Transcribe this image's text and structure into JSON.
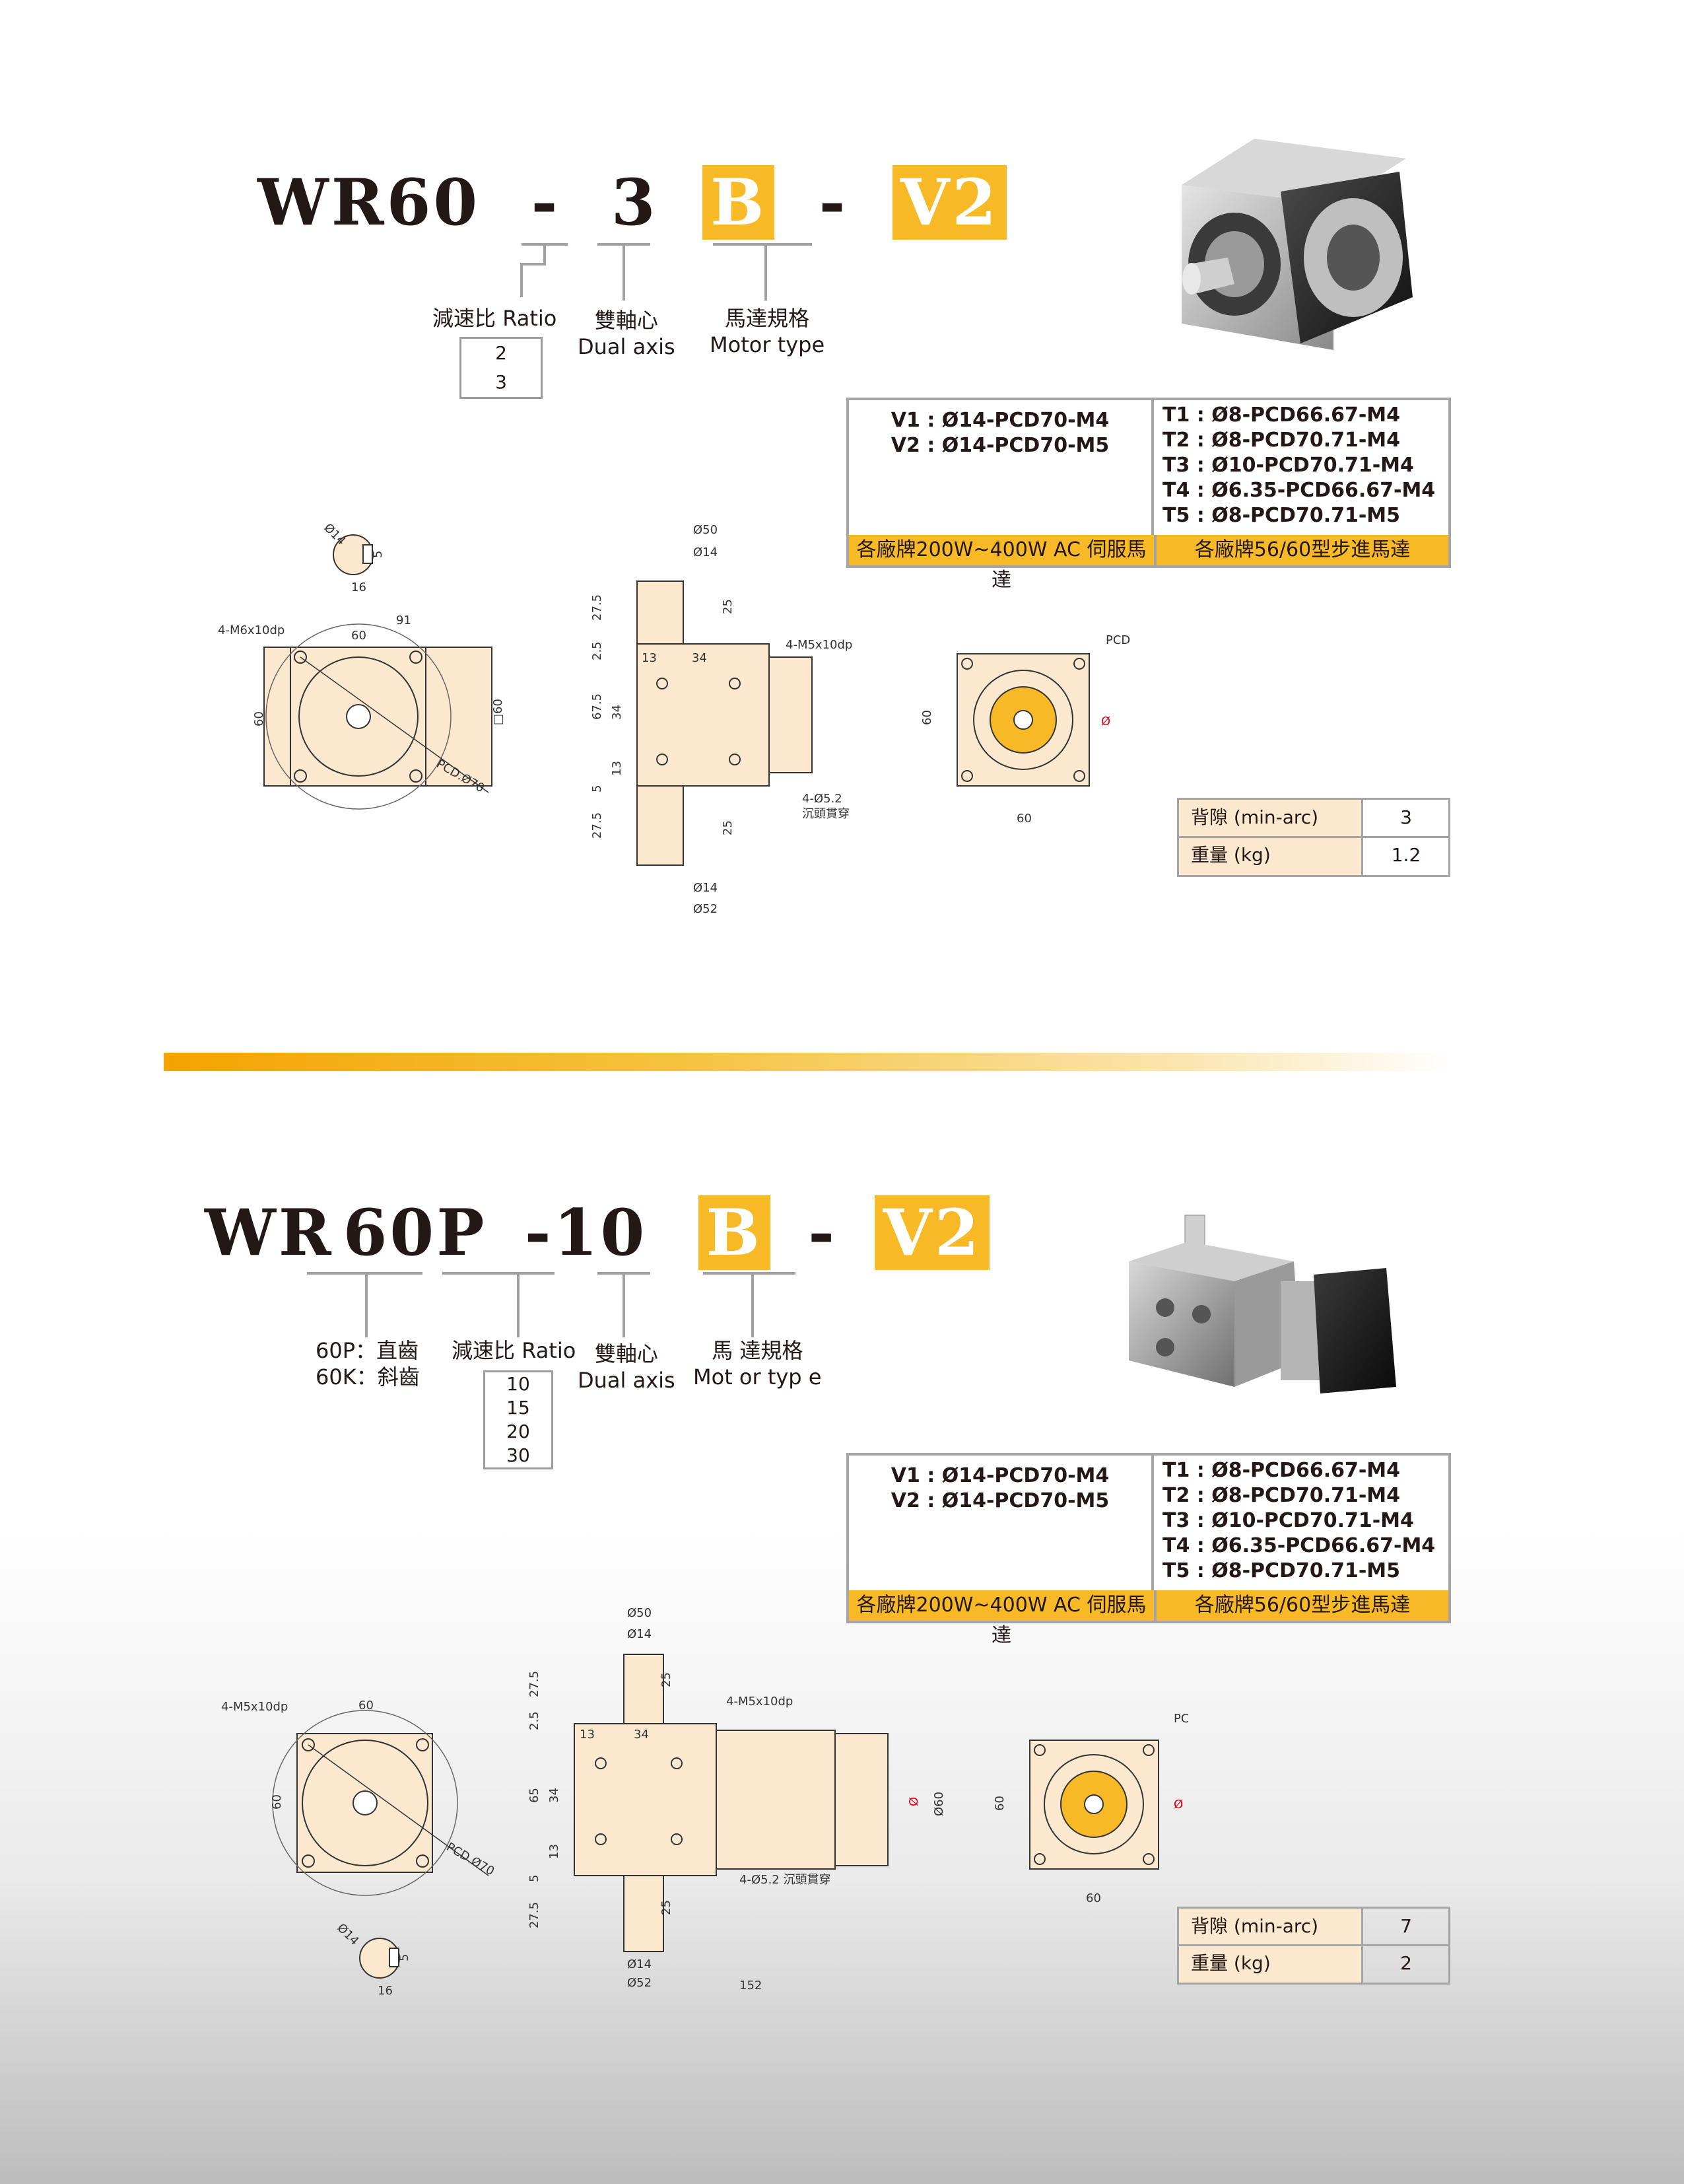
{
  "section1": {
    "model": {
      "base": "WR60",
      "dash1": "-",
      "ratio": "3",
      "axis": "B",
      "dash2": "-",
      "motor": "V2"
    },
    "labels": {
      "ratio_zh": "減速比",
      "ratio_en": "Ratio",
      "axis_zh": "雙軸心",
      "axis_en": "Dual axis",
      "motor_zh": "馬達規格",
      "motor_en": "Motor type"
    },
    "ratio_options": [
      "2",
      "3"
    ],
    "spec": {
      "left_rows": [
        "V1 : Ø14-PCD70-M4",
        "V2 : Ø14-PCD70-M5"
      ],
      "right_rows": [
        "T1 : Ø8-PCD66.67-M4",
        "T2 : Ø8-PCD70.71-M4",
        "T3 : Ø10-PCD70.71-M4",
        "T4 : Ø6.35-PCD66.67-M4",
        "T5 : Ø8-PCD70.71-M5"
      ],
      "left_footer": "各廠牌200W~400W AC 伺服馬達",
      "right_footer": "各廠牌56/60型步進馬達"
    },
    "perf": {
      "backlash_label": "背隙 (min-arc)",
      "backlash": "3",
      "weight_label": "重量 (kg)",
      "weight": "1.2"
    },
    "dims": {
      "shaft_d": "Ø14",
      "key_w": "5",
      "key_h": "16",
      "len91": "91",
      "w60": "60",
      "h60": "60",
      "sq60": "□60",
      "m6": "4-M6x10dp",
      "pcd": "PCD.Ø70",
      "d50": "Ø50",
      "d14": "Ø14",
      "d14b": "Ø14",
      "d52": "Ø52",
      "l275a": "27.5",
      "l25": "2.5",
      "l675": "67.5",
      "l34v": "34",
      "l13v": "13",
      "l5": "5",
      "l275b": "27.5",
      "k25a": "25",
      "k25b": "25",
      "h13": "13",
      "h34": "34",
      "m5": "4-M5x10dp",
      "hole": "4-Ø5.2",
      "hole_zh": "沉頭貫穿",
      "flange60w": "60",
      "flange60h": "60",
      "pcd_label": "PCD",
      "phi": "Ø"
    }
  },
  "section2": {
    "model": {
      "base1": "WR",
      "base2": "60P",
      "dash1": "-",
      "ratio": "10",
      "axis": "B",
      "dash2": "-",
      "motor": "V2"
    },
    "labels": {
      "type_p": "60P：直齒",
      "type_k": "60K：斜齒",
      "ratio_zh": "減速比",
      "ratio_en": "Ratio",
      "axis_zh": "雙軸心",
      "axis_en": "Dual axis",
      "motor_zh": "馬 達規格",
      "motor_en": "Mot or typ e"
    },
    "ratio_options": [
      "10",
      "15",
      "20",
      "30"
    ],
    "spec": {
      "left_rows": [
        "V1 : Ø14-PCD70-M4",
        "V2 : Ø14-PCD70-M5"
      ],
      "right_rows": [
        "T1 : Ø8-PCD66.67-M4",
        "T2 : Ø8-PCD70.71-M4",
        "T3 : Ø10-PCD70.71-M4",
        "T4 : Ø6.35-PCD66.67-M4",
        "T5 : Ø8-PCD70.71-M5"
      ],
      "left_footer": "各廠牌200W~400W AC 伺服馬達",
      "right_footer": "各廠牌56/60型步進馬達"
    },
    "perf": {
      "backlash_label": "背隙 (min-arc)",
      "backlash": "7",
      "weight_label": "重量 (kg)",
      "weight": "2"
    },
    "dims": {
      "m5a": "4-M5x10dp",
      "w60": "60",
      "h60": "60",
      "pcd": "PCD.Ø70",
      "shaft_d": "Ø14",
      "key_w": "5",
      "key_h": "16",
      "d50": "Ø50",
      "d14": "Ø14",
      "d14b": "Ø14",
      "d52": "Ø52",
      "l152": "152",
      "l275a": "27.5",
      "l25": "2.5",
      "l65": "65",
      "l34v": "34",
      "l13v": "13",
      "l5": "5",
      "l275b": "27.5",
      "k25a": "25",
      "k25b": "25",
      "h13": "13",
      "h34": "34",
      "m5": "4-M5x10dp",
      "hole": "4-Ø5.2 沉頭貫穿",
      "phi": "Ø",
      "d60": "Ø60",
      "flange60w": "60",
      "flange60h": "60",
      "pcd_label": "PCD",
      "phi2": "Ø"
    }
  },
  "colors": {
    "accent": "#f7b926",
    "drawing_fill": "#fbe8cf",
    "table_border": "#a5a5a5",
    "dim_red": "#e60012"
  }
}
